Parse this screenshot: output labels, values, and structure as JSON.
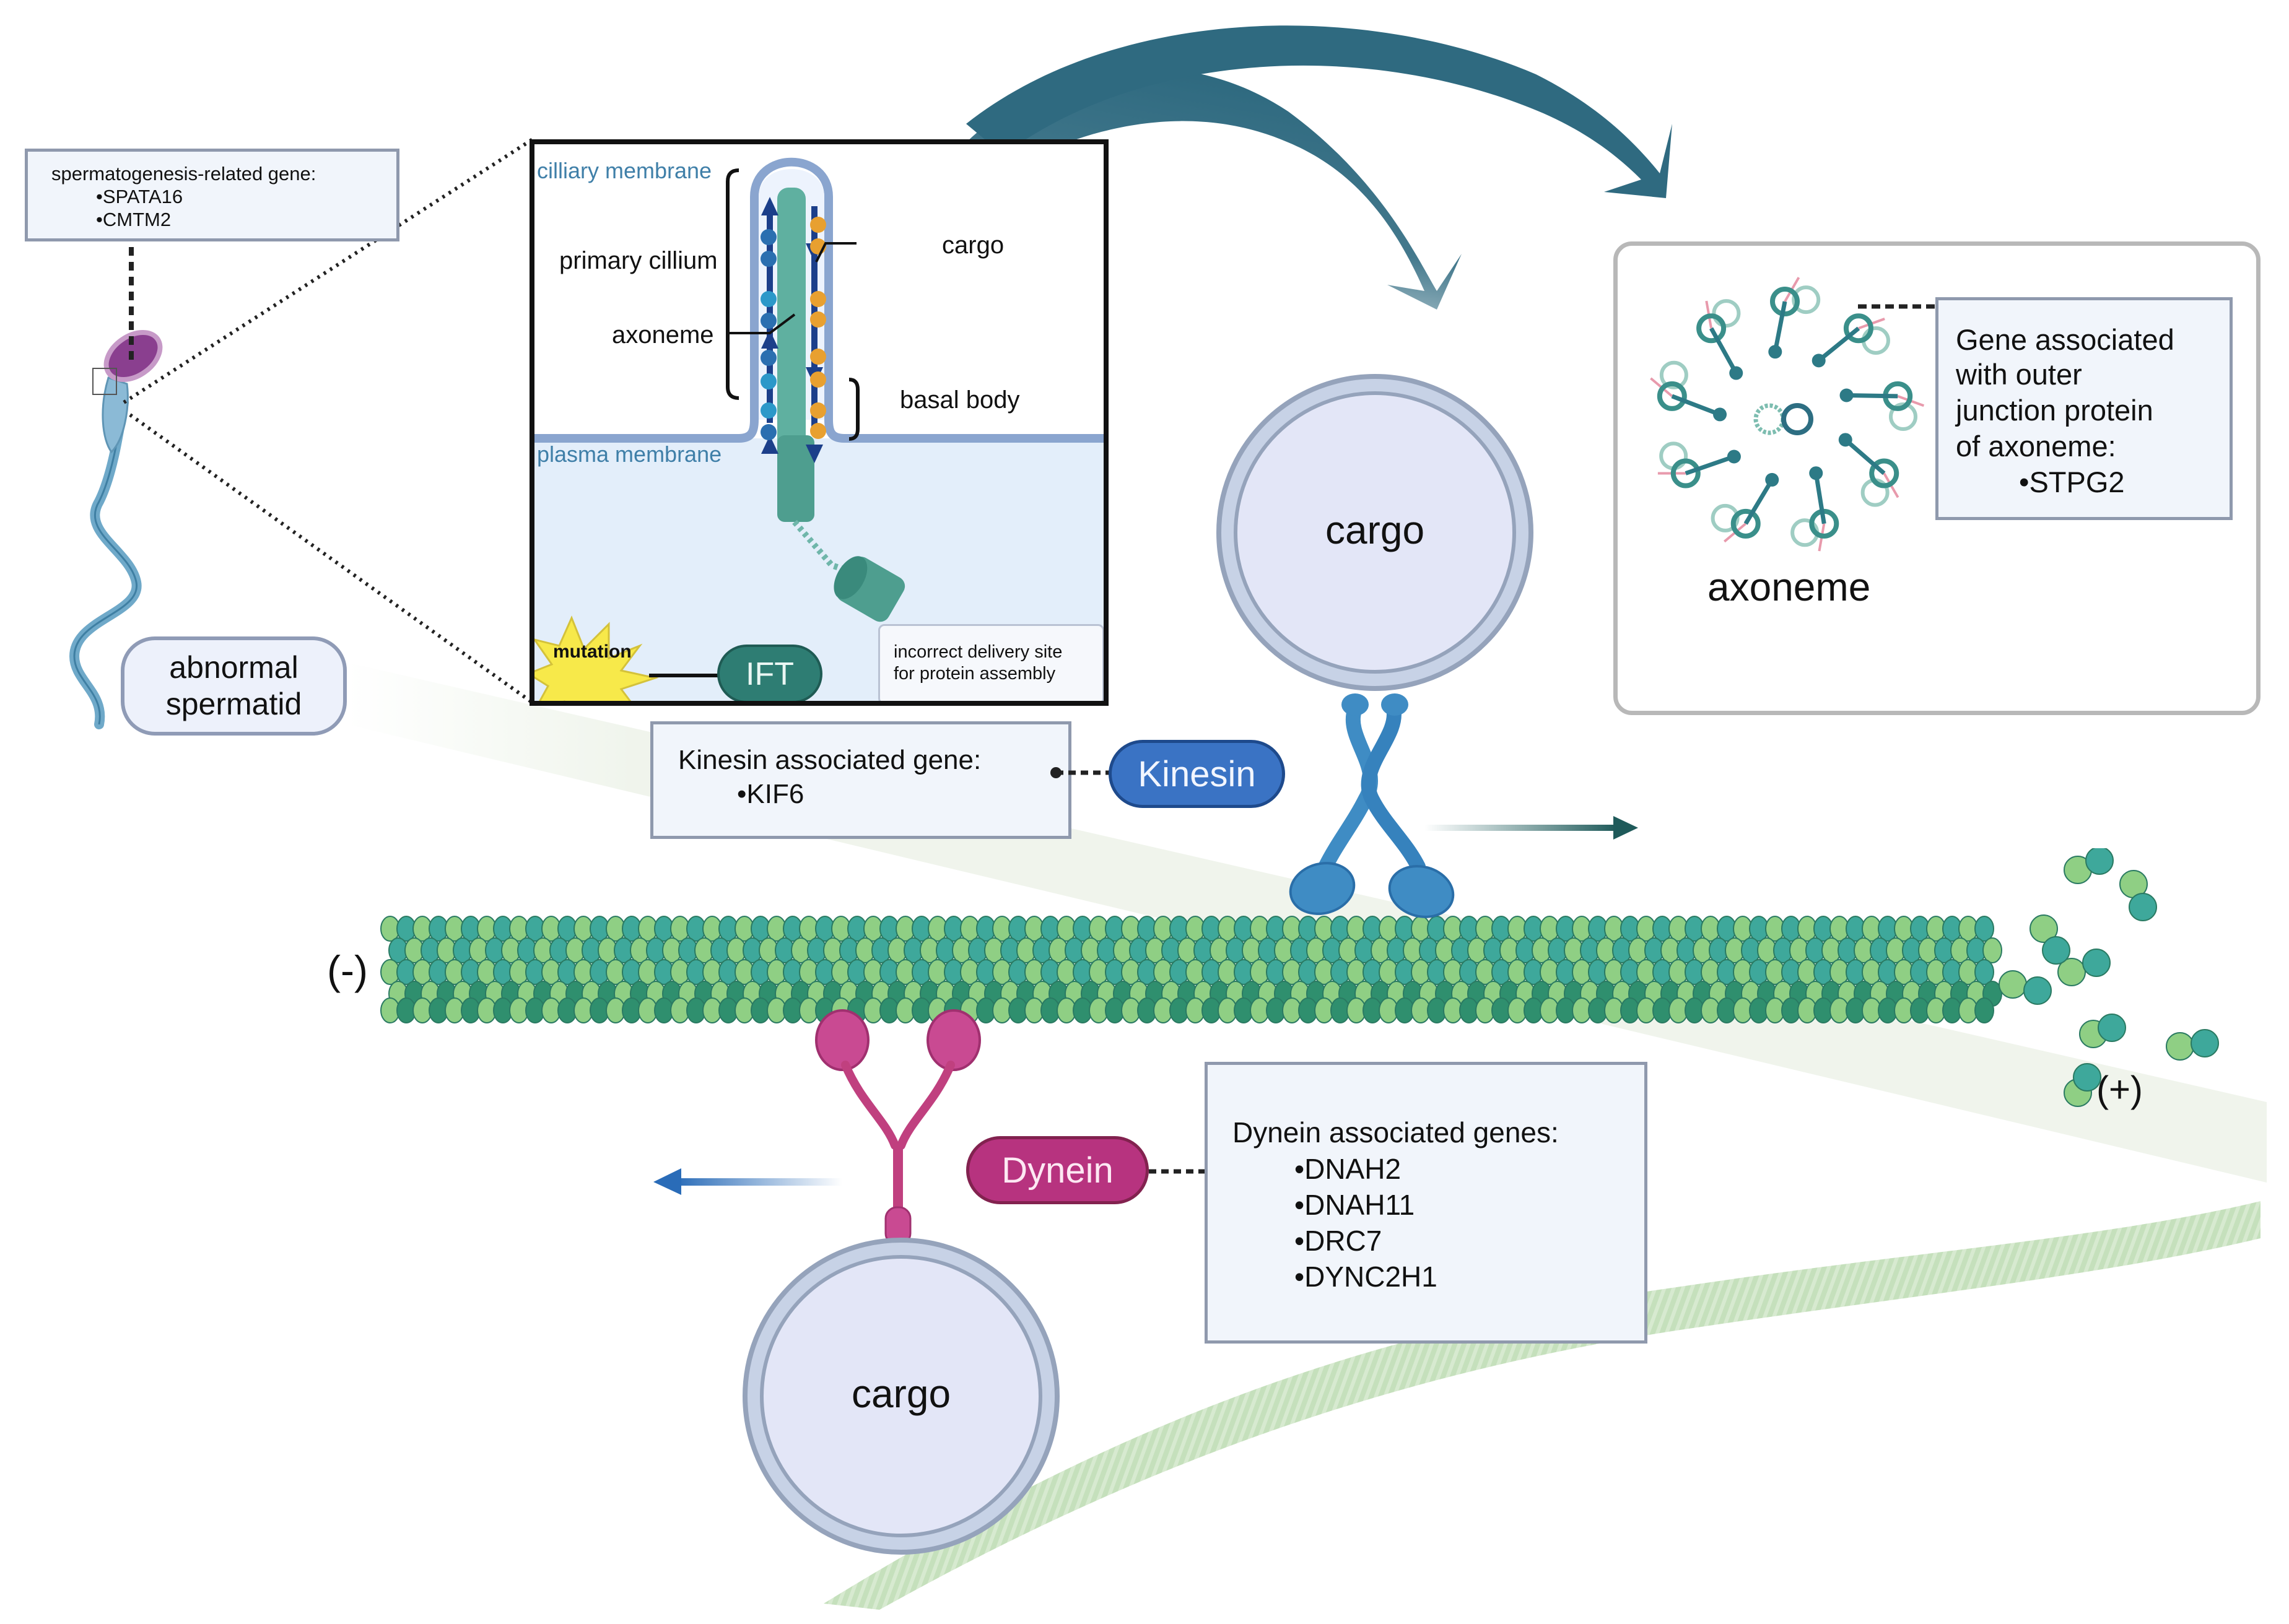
{
  "sperm": {
    "gene_box": {
      "title": "spermatogenesis-related   gene:",
      "genes": [
        "•SPATA16",
        "•CMTM2"
      ]
    },
    "label": "abnormal\nspermatid",
    "label_lines": [
      "abnormal",
      "spermatid"
    ]
  },
  "cilium_inset": {
    "ciliary_membrane_label": "cilliary membrane",
    "plasma_membrane_label": "plasma membrane",
    "primary_cilium_label": "primary cillium",
    "axoneme_label": "axoneme",
    "cargo_label": "cargo",
    "basal_body_label": "basal body",
    "mutation_label": "mutation",
    "ift_label": "IFT",
    "outcome_lines": [
      "incorrect delivery site",
      "for protein assembly"
    ]
  },
  "axoneme_panel": {
    "title": "axoneme",
    "gene_box_lines": [
      "Gene associated",
      "with outer",
      "junction protein",
      "of axoneme:"
    ],
    "genes": [
      "•STPG2"
    ]
  },
  "kinesin": {
    "label": "Kinesin",
    "gene_box_title": "Kinesin associated  gene:",
    "genes": [
      "•KIF6"
    ],
    "cargo_label": "cargo",
    "direction": "toward (+) end"
  },
  "dynein": {
    "label": "Dynein",
    "gene_box_title": "Dynein associated genes:",
    "genes": [
      "•DNAH2",
      "•DNAH11",
      "•DRC7",
      "•DYNC2H1"
    ],
    "cargo_label": "cargo",
    "direction": "toward (-) end"
  },
  "microtubule": {
    "minus_end_label": "(-)",
    "plus_end_label": "(+)"
  },
  "colors": {
    "kinesin_blue": "#3a73c4",
    "dynein_magenta": "#b7337f",
    "ift_teal": "#2e7d73",
    "arrow_teal": "#2f6a80",
    "cargo_fill": "#e3e6f7",
    "cargo_ring": "#9aa8c0",
    "tubulin_light": "#8fcf84",
    "tubulin_teal": "#3ea89b",
    "tubulin_dark": "#2f8f6e",
    "mutation_yellow": "#f7e94a",
    "sperm_head": "#8a3f8f",
    "sperm_tail": "#6fa9c9"
  }
}
